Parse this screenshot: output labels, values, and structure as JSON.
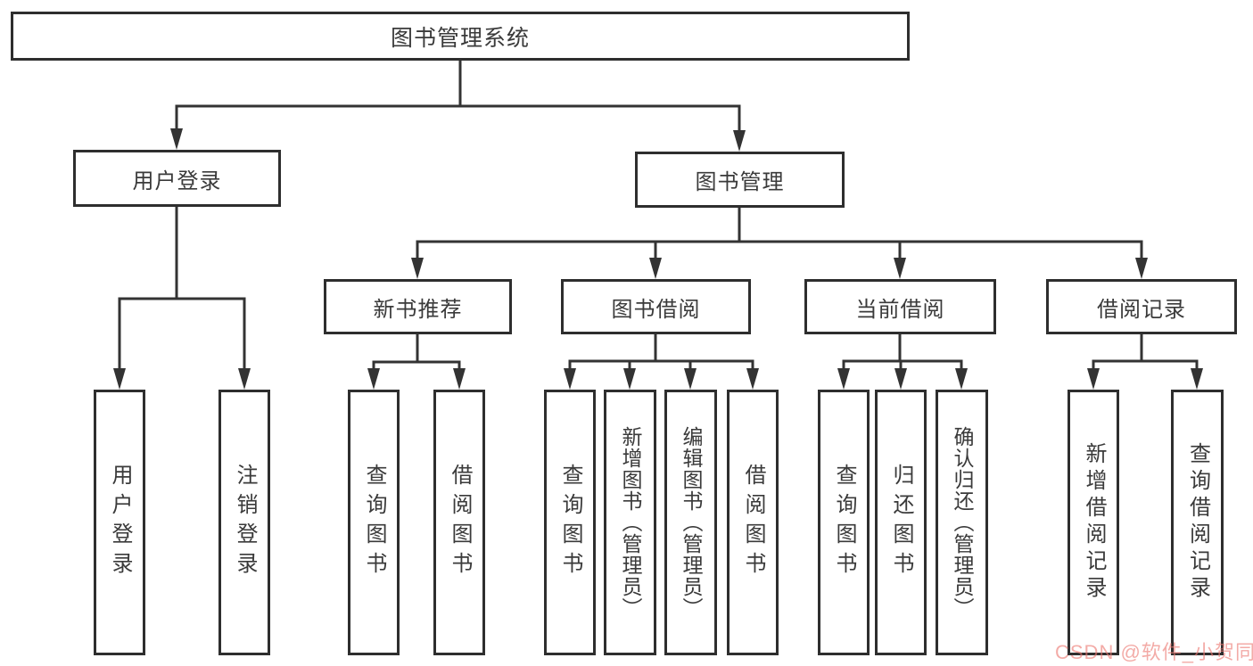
{
  "nodes": {
    "root": "图书管理系统",
    "level2": [
      "用户登录",
      "图书管理"
    ],
    "level3": [
      "新书推荐",
      "图书借阅",
      "当前借阅",
      "借阅记录"
    ],
    "leaves_login": [
      "用户登录",
      "注销登录"
    ],
    "leaves_recommend": [
      "查询图书",
      "借阅图书"
    ],
    "leaves_borrow": [
      "查询图书",
      "新增图书（管理员）",
      "编辑图书（管理员）",
      "借阅图书"
    ],
    "leaves_current": [
      "查询图书",
      "归还图书",
      "确认归还（管理员）"
    ],
    "leaves_records": [
      "新增借阅记录",
      "查询借阅记录"
    ]
  },
  "watermark": {
    "text": "CSDN @软件_小贺同学"
  },
  "colors": {
    "line": "#333333",
    "border": "#2e2e2e",
    "text": "#3a3a3a",
    "background": "#ffffff",
    "watermark": "#ec7871"
  }
}
